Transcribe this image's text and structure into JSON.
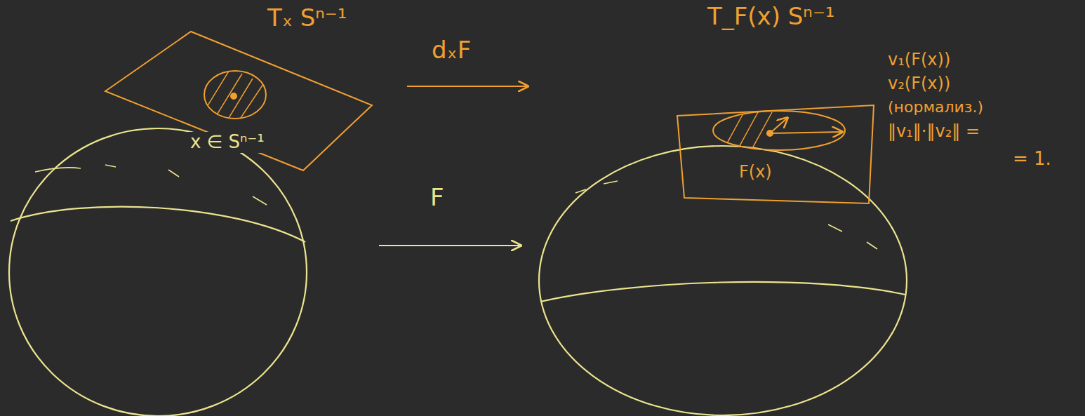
{
  "diagram": {
    "labels": [
      "Tₓ Sⁿ⁻¹",
      "dₓF",
      "x ∈ Sⁿ⁻¹",
      "F",
      "T_F(x) Sⁿ⁻¹",
      "F(x)",
      "v₁(F(x))",
      "v₂(F(x))",
      "(нормализ.)",
      "‖v₁‖·‖v₂‖ =",
      "= 1."
    ]
  }
}
